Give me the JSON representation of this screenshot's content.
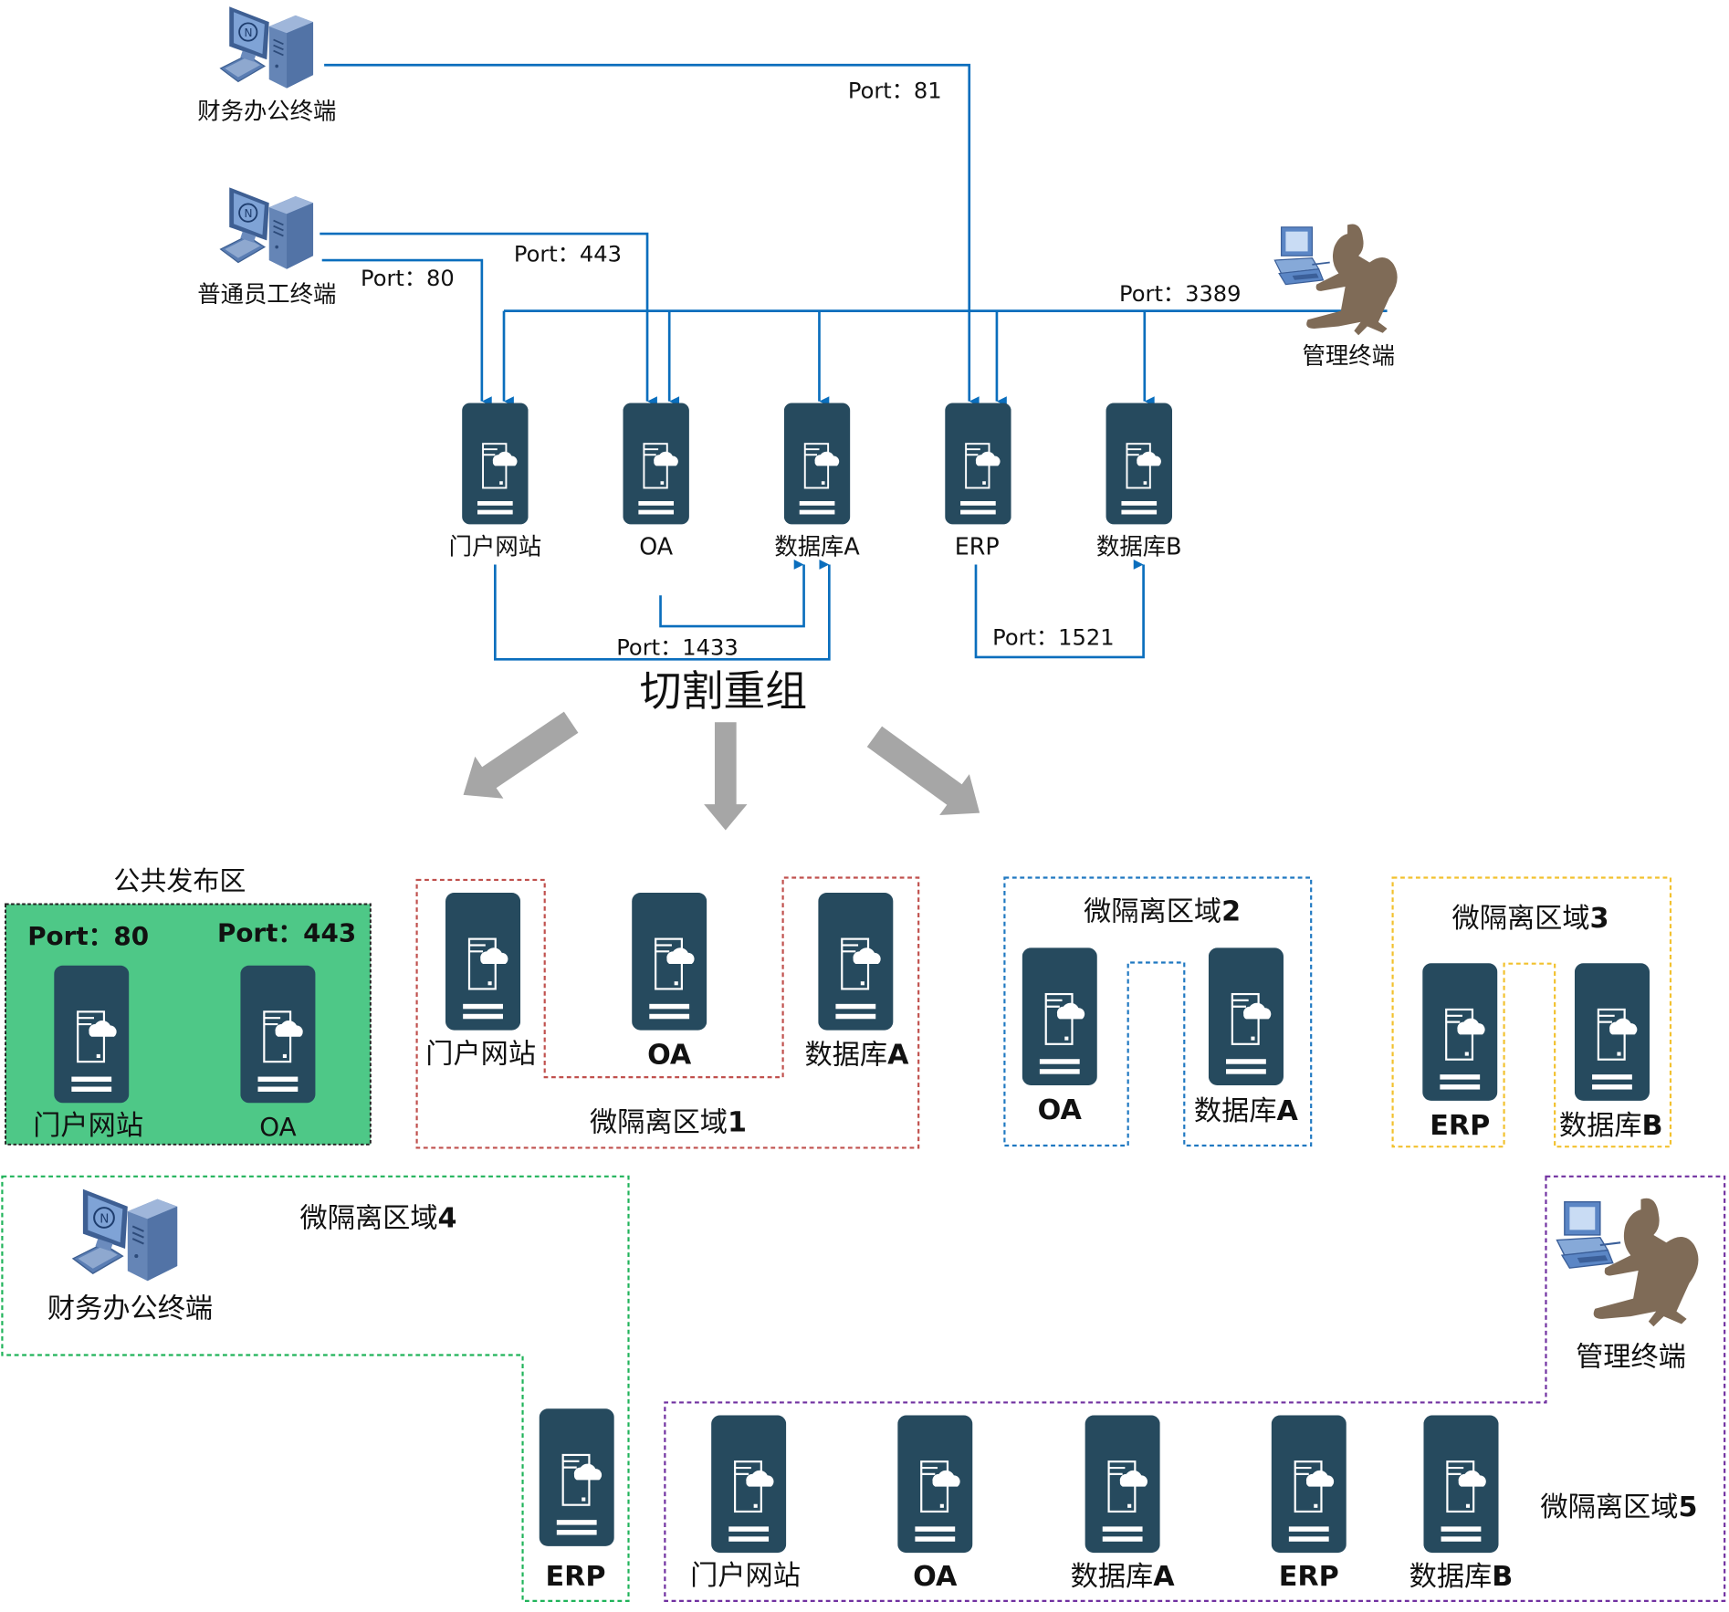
{
  "diagram": {
    "title_transform": "切割重组",
    "colors": {
      "link": "#0a6ebd",
      "server": "#264a5e",
      "arrow": "#a6a6a6",
      "public_zone_fill": "#4ec887",
      "zone1": "#c0504d",
      "zone2": "#1f78c1",
      "zone3": "#f2c12e",
      "zone4": "#20b35a",
      "zone5": "#7030a0",
      "person": "#7f6b57"
    },
    "top": {
      "terminals": [
        {
          "id": "finance",
          "label": "财务办公终端",
          "icon": "desktop-computer-icon"
        },
        {
          "id": "staff",
          "label": "普通员工终端",
          "icon": "desktop-computer-icon"
        },
        {
          "id": "admin",
          "label": "管理终端",
          "icon": "admin-workstation-icon"
        }
      ],
      "servers": [
        {
          "id": "portal",
          "label": "门户网站"
        },
        {
          "id": "oa",
          "label": "OA"
        },
        {
          "id": "dba",
          "label": "数据库A"
        },
        {
          "id": "erp",
          "label": "ERP"
        },
        {
          "id": "dbb",
          "label": "数据库B"
        }
      ],
      "ports": {
        "finance_erp": "Port：81",
        "staff_oa": "Port：443",
        "staff_portal": "Port：80",
        "admin_all": "Port：3389",
        "to_dba": "Port：1433",
        "erp_dbb": "Port：1521"
      },
      "links": [
        {
          "from": "财务办公终端",
          "to": "ERP",
          "port": "81"
        },
        {
          "from": "普通员工终端",
          "to": "OA",
          "port": "443"
        },
        {
          "from": "普通员工终端",
          "to": "门户网站",
          "port": "80"
        },
        {
          "from": "管理终端",
          "to": [
            "门户网站",
            "OA",
            "数据库A",
            "ERP",
            "数据库B"
          ],
          "port": "3389"
        },
        {
          "from": [
            "门户网站",
            "OA"
          ],
          "to": "数据库A",
          "port": "1433"
        },
        {
          "from": "ERP",
          "to": "数据库B",
          "port": "1521"
        }
      ]
    },
    "zones": {
      "public": {
        "title": "公共发布区",
        "port_a": "Port：80",
        "port_b": "Port：443",
        "servers": [
          "门户网站",
          "OA"
        ]
      },
      "z1": {
        "title_text": "微隔离区域",
        "title_num": "1",
        "servers": [
          "门户网站",
          "OA",
          "数据库A"
        ]
      },
      "z2": {
        "title_text": "微隔离区域",
        "title_num": "2",
        "servers": [
          "OA",
          "数据库A"
        ]
      },
      "z3": {
        "title_text": "微隔离区域",
        "title_num": "3",
        "servers": [
          "ERP",
          "数据库B"
        ]
      },
      "z4": {
        "title_text": "微隔离区域",
        "title_num": "4",
        "terminal": "财务办公终端",
        "servers": [
          "ERP"
        ]
      },
      "z5": {
        "title_text": "微隔离区域",
        "title_num": "5",
        "terminal": "管理终端",
        "servers": [
          "门户网站",
          "OA",
          "数据库A",
          "ERP",
          "数据库B"
        ]
      }
    }
  }
}
